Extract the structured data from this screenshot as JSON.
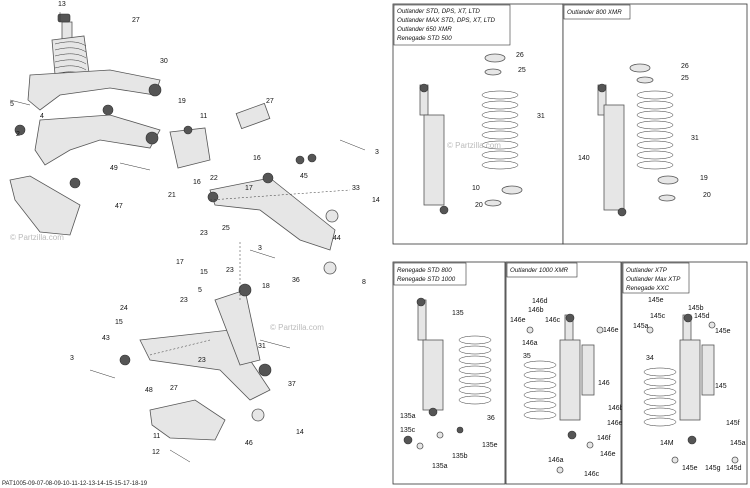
{
  "watermark": "© Partzilla.com",
  "footer_code": "PAT1005-09-07-08-09-10-11-12-13-14-15-15-17-18-19",
  "panels": [
    {
      "id": "p1",
      "captions": [
        "Outlander STD, DPS, XT, LTD",
        "Outlander MAX STD, DPS, XT, LTD",
        "Outlander 650 XMR",
        "Renegade STD 500"
      ],
      "labels": [
        "26",
        "25",
        "31",
        "10",
        "20"
      ]
    },
    {
      "id": "p2",
      "captions": [
        "Outlander 800 XMR"
      ],
      "labels": [
        "26",
        "25",
        "31",
        "140",
        "19",
        "20"
      ]
    },
    {
      "id": "p3",
      "captions": [
        "Renegade STD 800",
        "Renegade STD 1000"
      ],
      "labels": [
        "135",
        "36",
        "135a",
        "135b",
        "135c",
        "135e",
        "135a"
      ]
    },
    {
      "id": "p4",
      "captions": [
        "Outlander 1000 XMR"
      ],
      "labels": [
        "146d",
        "146b",
        "146c",
        "146e",
        "146a",
        "146e",
        "146",
        "35",
        "146b",
        "146e",
        "146f",
        "146e",
        "146a",
        "146c"
      ]
    },
    {
      "id": "p5",
      "captions": [
        "Outlander XTP",
        "Outlander Max XTP",
        "Renegade XXC"
      ],
      "labels": [
        "145e",
        "145c",
        "145b",
        "145a",
        "145d",
        "145e",
        "34",
        "145",
        "145f",
        "14M",
        "145a",
        "145e",
        "145g",
        "145d"
      ]
    }
  ],
  "main_labels": [
    "13",
    "27",
    "30",
    "4",
    "5",
    "19",
    "11",
    "49",
    "47",
    "2",
    "27",
    "16",
    "21",
    "22",
    "3",
    "16",
    "17",
    "45",
    "33",
    "23",
    "14",
    "25",
    "44",
    "3",
    "36",
    "8",
    "17",
    "15",
    "23",
    "5",
    "18",
    "23",
    "15",
    "24",
    "3",
    "43",
    "31",
    "23",
    "48",
    "27",
    "37",
    "46",
    "14",
    "11",
    "12"
  ]
}
